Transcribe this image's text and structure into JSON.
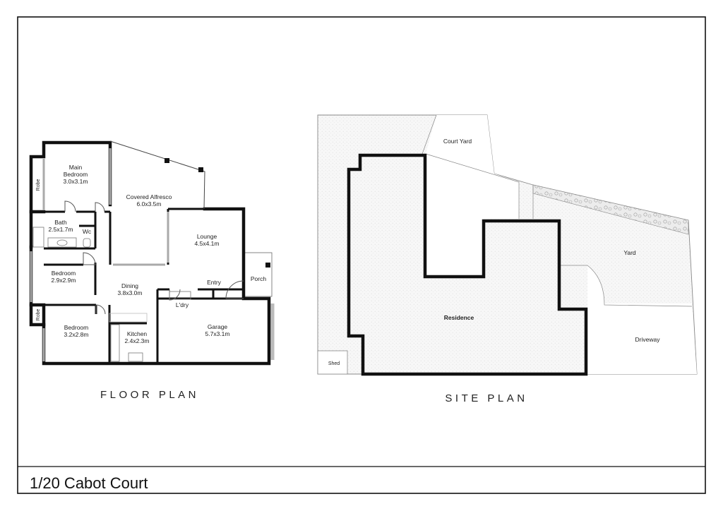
{
  "address": "1/20 Cabot Court",
  "floor_plan": {
    "title": "FLOOR PLAN",
    "rooms": {
      "main_bedroom": {
        "name": "Main\nBedroom",
        "dims": "3.0x3.1m"
      },
      "robe_top": {
        "name": "Robe"
      },
      "covered_alfresco": {
        "name": "Covered Alfresco",
        "dims": "6.0x3.5m"
      },
      "bath": {
        "name": "Bath",
        "dims": "2.5x1.7m"
      },
      "wc": {
        "name": "Wc"
      },
      "lounge": {
        "name": "Lounge",
        "dims": "4.5x4.1m"
      },
      "bedroom_2": {
        "name": "Bedroom",
        "dims": "2.9x2.9m"
      },
      "entry": {
        "name": "Entry"
      },
      "porch": {
        "name": "Porch"
      },
      "dining": {
        "name": "Dining",
        "dims": "3.8x3.0m"
      },
      "laundry": {
        "name": "L'dry"
      },
      "robe_bottom": {
        "name": "Robe"
      },
      "bedroom_3": {
        "name": "Bedroom",
        "dims": "3.2x2.8m"
      },
      "kitchen": {
        "name": "Kitchen",
        "dims": "2.4x2.3m"
      },
      "garage": {
        "name": "Garage",
        "dims": "5.7x3.1m"
      }
    }
  },
  "site_plan": {
    "title": "SITE PLAN",
    "areas": {
      "court_yard": "Court Yard",
      "yard": "Yard",
      "residence": "Residence",
      "driveway": "Driveway",
      "shed": "Shed"
    }
  },
  "colors": {
    "wall": "#111111",
    "hatch": "#f2f2f2",
    "border": "#111111"
  }
}
